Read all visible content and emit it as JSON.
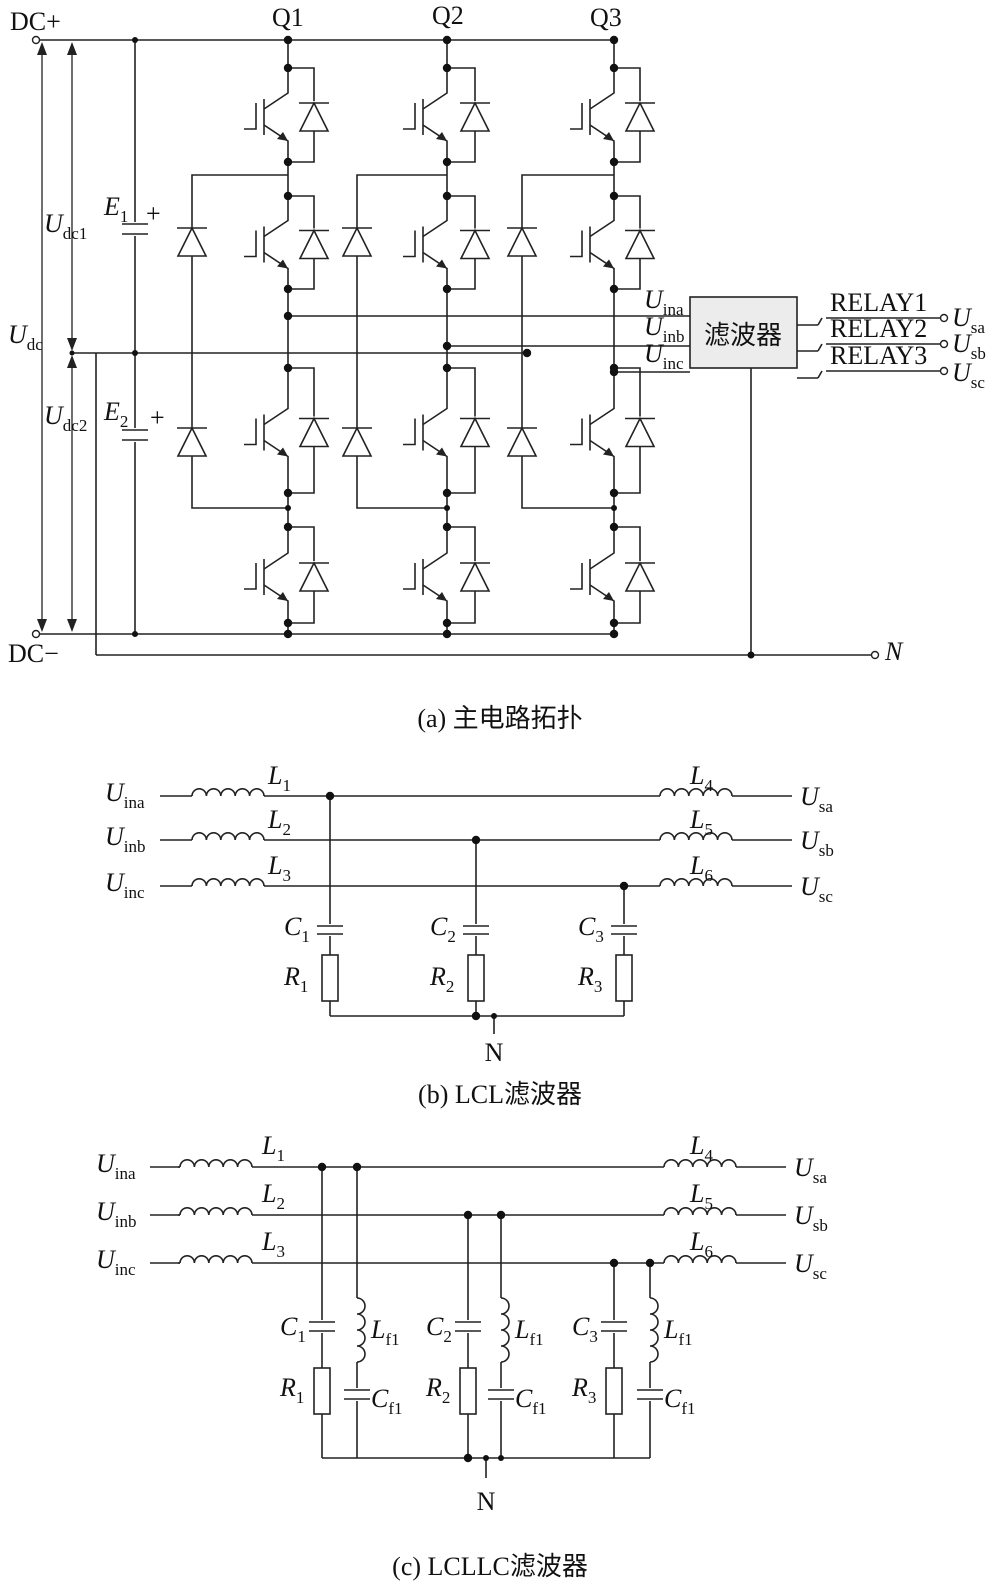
{
  "figure_a": {
    "terminals": {
      "dc_plus": "DC+",
      "dc_minus": "DC−",
      "neutral": "N"
    },
    "voltages": {
      "udc": {
        "main": "U",
        "sub": "dc"
      },
      "udc1": {
        "main": "U",
        "sub": "dc1"
      },
      "udc2": {
        "main": "U",
        "sub": "dc2"
      }
    },
    "capacitors": [
      {
        "main": "E",
        "sub": "1",
        "polarity": "+"
      },
      {
        "main": "E",
        "sub": "2",
        "polarity": "+"
      }
    ],
    "legs": [
      "Q1",
      "Q2",
      "Q3"
    ],
    "inputs": [
      {
        "main": "U",
        "sub": "ina"
      },
      {
        "main": "U",
        "sub": "inb"
      },
      {
        "main": "U",
        "sub": "inc"
      }
    ],
    "filter_label": "滤波器",
    "relays": [
      "RELAY1",
      "RELAY2",
      "RELAY3"
    ],
    "outputs": [
      {
        "main": "U",
        "sub": "sa"
      },
      {
        "main": "U",
        "sub": "sb"
      },
      {
        "main": "U",
        "sub": "sc"
      }
    ],
    "caption": "(a)  主电路拓扑"
  },
  "figure_b": {
    "inputs": [
      {
        "main": "U",
        "sub": "ina"
      },
      {
        "main": "U",
        "sub": "inb"
      },
      {
        "main": "U",
        "sub": "inc"
      }
    ],
    "inductors_in": [
      {
        "main": "L",
        "sub": "1"
      },
      {
        "main": "L",
        "sub": "2"
      },
      {
        "main": "L",
        "sub": "3"
      }
    ],
    "inductors_out": [
      {
        "main": "L",
        "sub": "4"
      },
      {
        "main": "L",
        "sub": "5"
      },
      {
        "main": "L",
        "sub": "6"
      }
    ],
    "capacitors": [
      {
        "main": "C",
        "sub": "1"
      },
      {
        "main": "C",
        "sub": "2"
      },
      {
        "main": "C",
        "sub": "3"
      }
    ],
    "resistors": [
      {
        "main": "R",
        "sub": "1"
      },
      {
        "main": "R",
        "sub": "2"
      },
      {
        "main": "R",
        "sub": "3"
      }
    ],
    "outputs": [
      {
        "main": "U",
        "sub": "sa"
      },
      {
        "main": "U",
        "sub": "sb"
      },
      {
        "main": "U",
        "sub": "sc"
      }
    ],
    "neutral": "N",
    "caption": "(b)  LCL滤波器"
  },
  "figure_c": {
    "inputs": [
      {
        "main": "U",
        "sub": "ina"
      },
      {
        "main": "U",
        "sub": "inb"
      },
      {
        "main": "U",
        "sub": "inc"
      }
    ],
    "inductors_in": [
      {
        "main": "L",
        "sub": "1"
      },
      {
        "main": "L",
        "sub": "2"
      },
      {
        "main": "L",
        "sub": "3"
      }
    ],
    "inductors_out": [
      {
        "main": "L",
        "sub": "4"
      },
      {
        "main": "L",
        "sub": "5"
      },
      {
        "main": "L",
        "sub": "6"
      }
    ],
    "capacitors": [
      {
        "main": "C",
        "sub": "1"
      },
      {
        "main": "C",
        "sub": "2"
      },
      {
        "main": "C",
        "sub": "3"
      }
    ],
    "resistors": [
      {
        "main": "R",
        "sub": "1"
      },
      {
        "main": "R",
        "sub": "2"
      },
      {
        "main": "R",
        "sub": "3"
      }
    ],
    "trap_inductor": {
      "main": "L",
      "sub": "f1"
    },
    "trap_capacitor": {
      "main": "C",
      "sub": "f1"
    },
    "outputs": [
      {
        "main": "U",
        "sub": "sa"
      },
      {
        "main": "U",
        "sub": "sb"
      },
      {
        "main": "U",
        "sub": "sc"
      }
    ],
    "neutral": "N",
    "caption": "(c)  LCLLC滤波器"
  }
}
